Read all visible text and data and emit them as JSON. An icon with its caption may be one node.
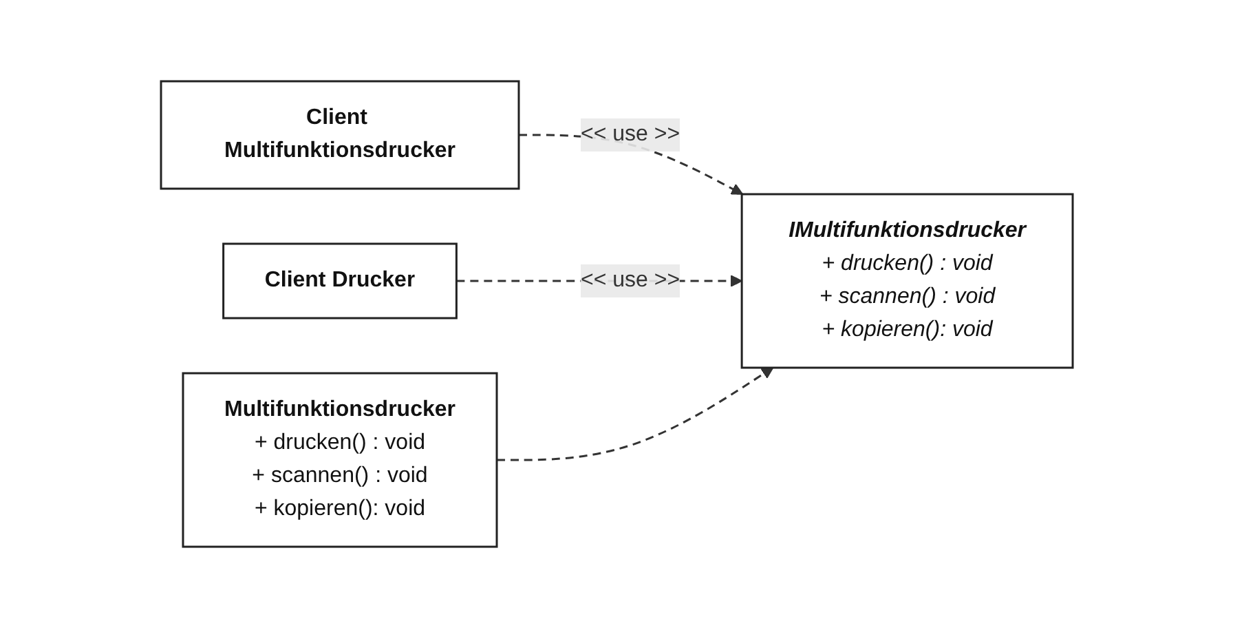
{
  "diagram": {
    "nodes": [
      {
        "text": [
          "Client Multifunktionsdrucker"
        ]
      },
      {
        "text": [
          "IMultifunktionsdrucker",
          "+ drucken() : void",
          "+ scannen() : void",
          "+ kopieren(): void"
        ]
      },
      {
        "text": [
          "Client Drucker"
        ]
      },
      {
        "text": [
          "Multifunktionsdrucker",
          "+ drucken() : void",
          "+ scannen() : void",
          "+ kopieren(): void"
        ]
      }
    ],
    "edges": [
      {
        "from": 0,
        "to": 1,
        "arrow": "to",
        "label": "<< use >>",
        "style": "dashed"
      },
      {
        "from": 2,
        "to": 1,
        "arrow": "to",
        "label": "<< use >>",
        "style": "dashed"
      },
      {
        "from": 3,
        "to": 1,
        "arrow": "to",
        "style": "dashed"
      }
    ]
  }
}
